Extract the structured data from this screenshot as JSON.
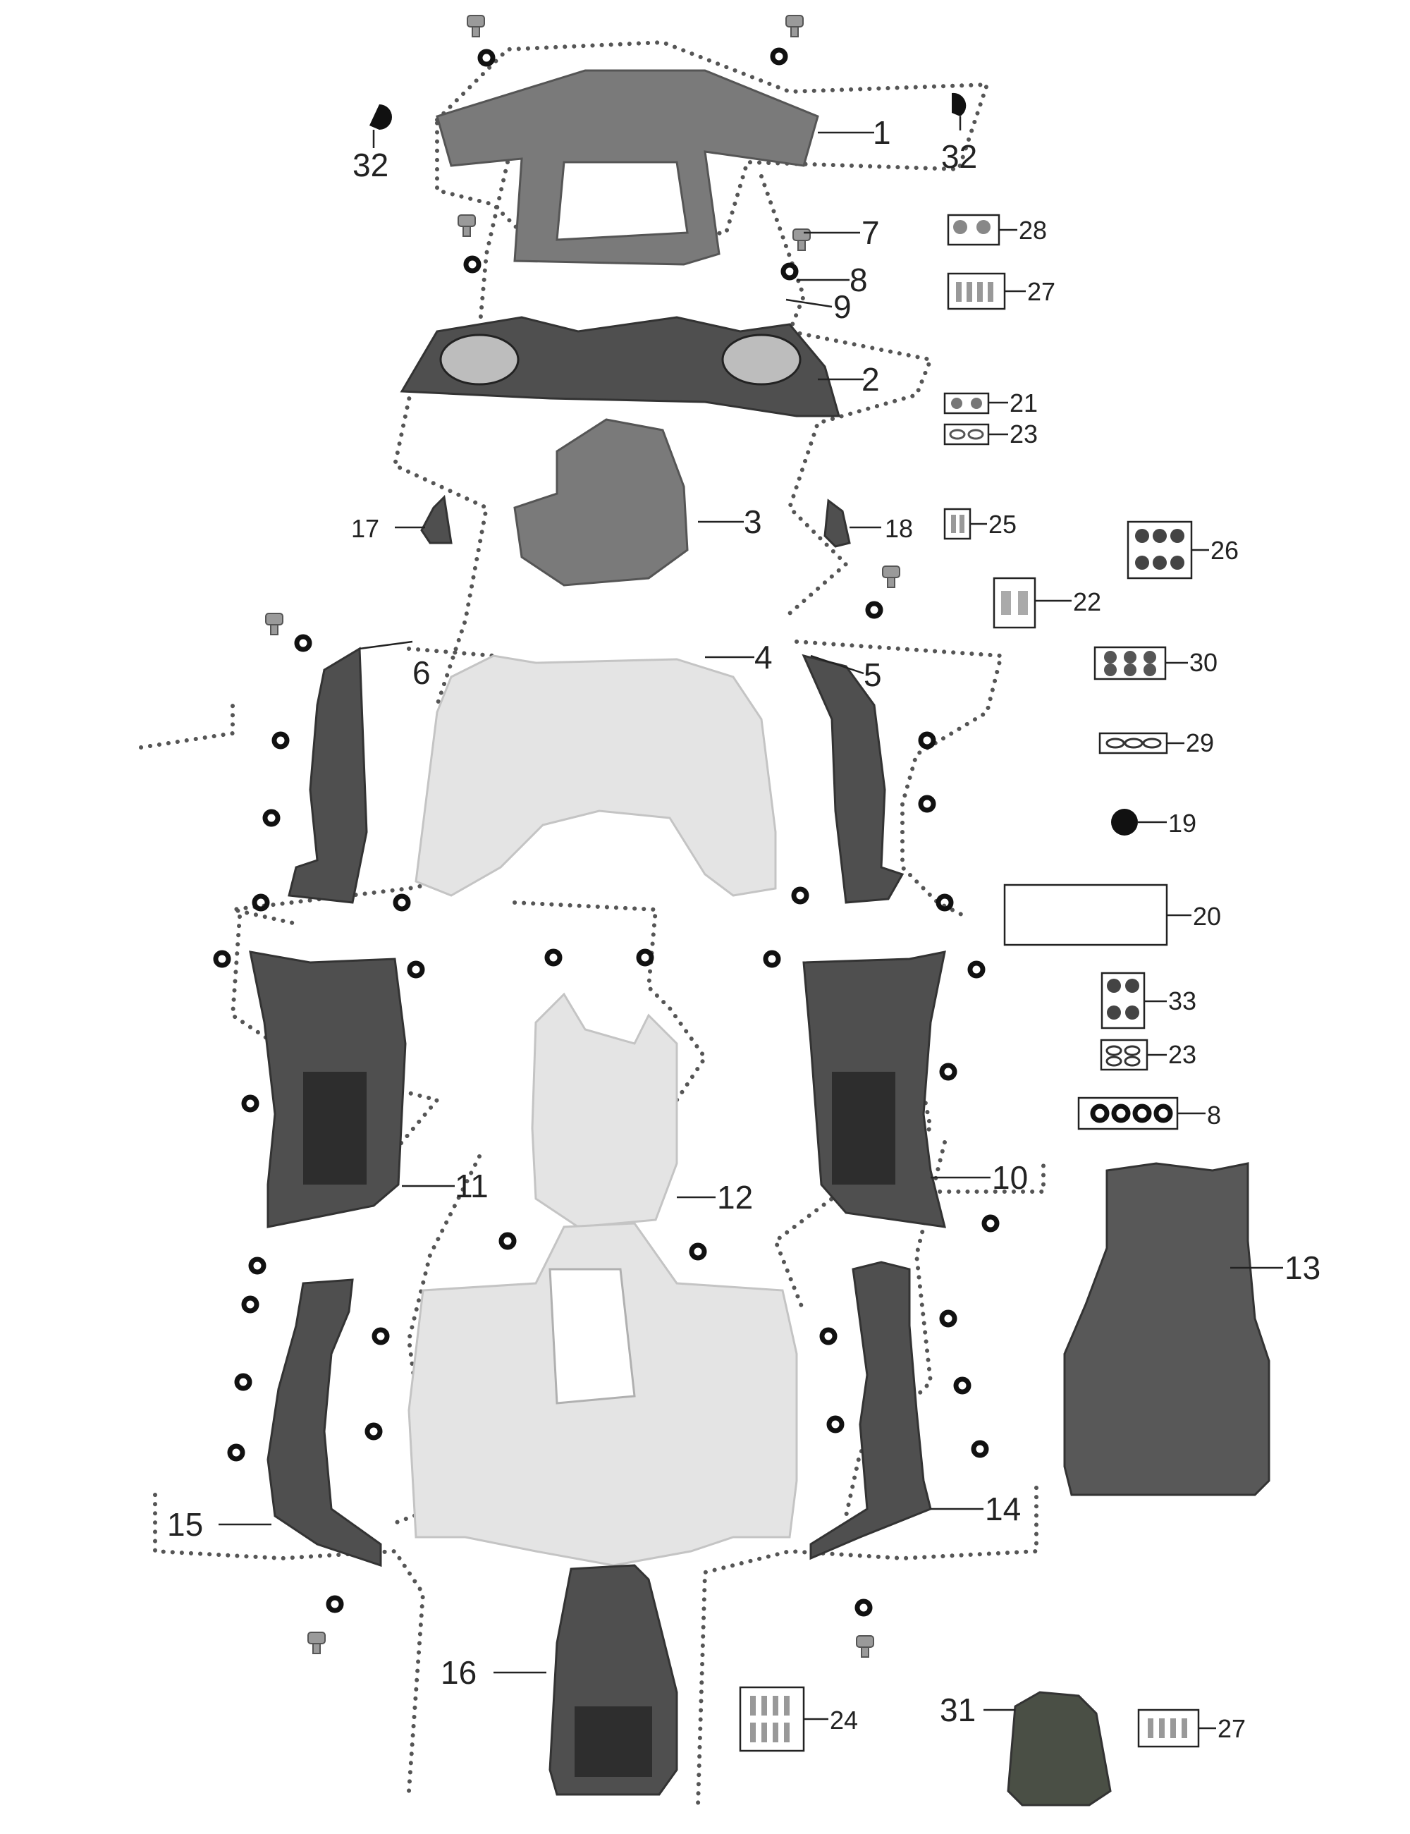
{
  "diagram": {
    "callouts": [
      {
        "id": "1",
        "label": "1"
      },
      {
        "id": "2",
        "label": "2"
      },
      {
        "id": "3",
        "label": "3"
      },
      {
        "id": "4",
        "label": "4"
      },
      {
        "id": "5",
        "label": "5"
      },
      {
        "id": "6",
        "label": "6"
      },
      {
        "id": "7",
        "label": "7"
      },
      {
        "id": "8a",
        "label": "8"
      },
      {
        "id": "8b",
        "label": "8"
      },
      {
        "id": "9",
        "label": "9"
      },
      {
        "id": "10",
        "label": "10"
      },
      {
        "id": "11",
        "label": "11"
      },
      {
        "id": "12",
        "label": "12"
      },
      {
        "id": "13",
        "label": "13"
      },
      {
        "id": "14",
        "label": "14"
      },
      {
        "id": "15",
        "label": "15"
      },
      {
        "id": "16",
        "label": "16"
      },
      {
        "id": "17",
        "label": "17"
      },
      {
        "id": "18",
        "label": "18"
      },
      {
        "id": "19",
        "label": "19"
      },
      {
        "id": "20",
        "label": "20"
      },
      {
        "id": "21",
        "label": "21"
      },
      {
        "id": "22",
        "label": "22"
      },
      {
        "id": "23a",
        "label": "23"
      },
      {
        "id": "23b",
        "label": "23"
      },
      {
        "id": "24",
        "label": "24"
      },
      {
        "id": "25",
        "label": "25"
      },
      {
        "id": "26",
        "label": "26"
      },
      {
        "id": "27a",
        "label": "27"
      },
      {
        "id": "27b",
        "label": "27"
      },
      {
        "id": "28",
        "label": "28"
      },
      {
        "id": "29",
        "label": "29"
      },
      {
        "id": "30",
        "label": "30"
      },
      {
        "id": "31",
        "label": "31"
      },
      {
        "id": "32a",
        "label": "32"
      },
      {
        "id": "32b",
        "label": "32"
      },
      {
        "id": "33",
        "label": "33"
      }
    ]
  },
  "colors": {
    "background": "#ffffff",
    "dark_plastic": "#4f4f4f",
    "light_plastic": "#e4e4e4",
    "line": "#222222"
  }
}
